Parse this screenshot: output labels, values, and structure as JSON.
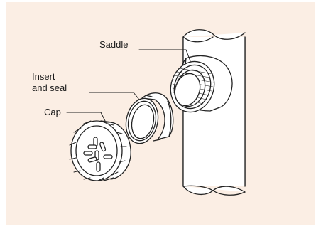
{
  "labels": {
    "saddle": "Saddle",
    "insert_line1": "Insert",
    "insert_line2": "and seal",
    "cap": "Cap"
  },
  "colors": {
    "background_panel": "#fbeee4",
    "line": "#222222",
    "fill": "#ffffff"
  },
  "icons": [
    "pipe",
    "saddle-fitting",
    "insert-seal-ring",
    "cap"
  ]
}
